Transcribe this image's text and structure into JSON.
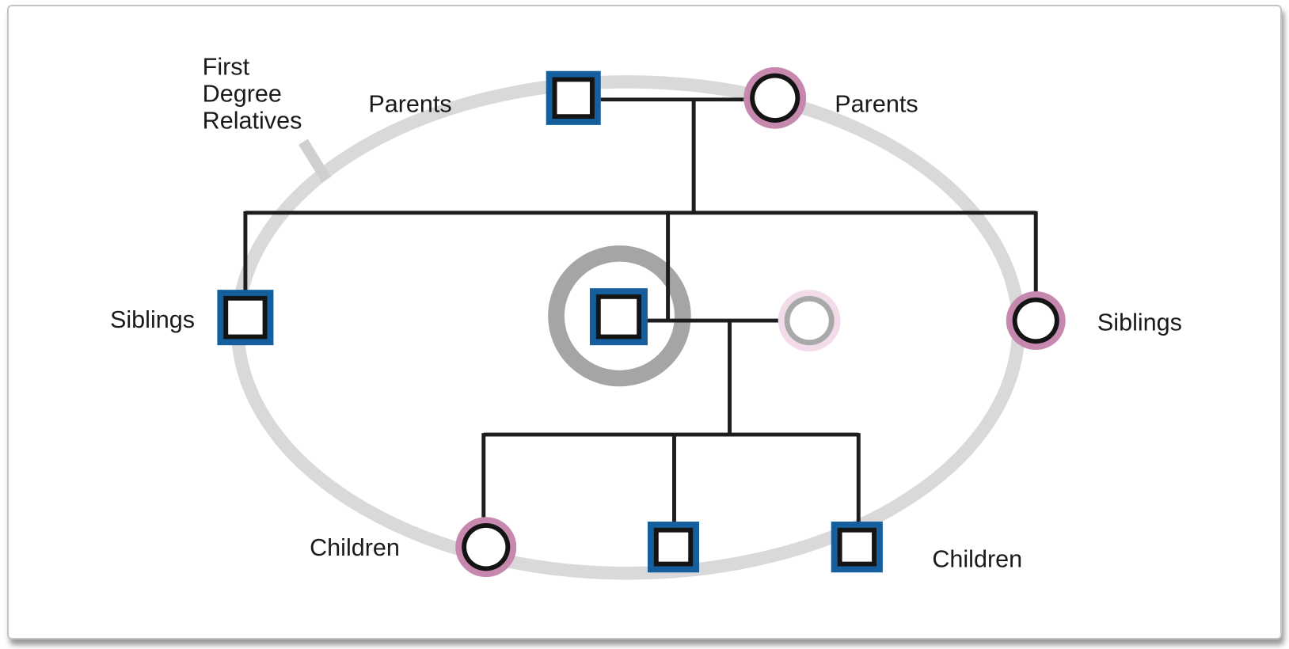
{
  "figure_title": "First Degree Relatives pedigree",
  "annotation": {
    "line1": "First",
    "line2": "Degree",
    "line3": "Relatives"
  },
  "labels": {
    "parents_left": "Parents",
    "parents_right": "Parents",
    "siblings_left": "Siblings",
    "siblings_right": "Siblings",
    "children_left": "Children",
    "children_right": "Children"
  },
  "colors": {
    "male_outline_blue": "#155f9f",
    "female_outline_pink": "#c688ae",
    "shape_inner_black": "#141414",
    "shape_fill_white": "#ffffff",
    "spouse_outline_faded_pink": "#f2dce9",
    "spouse_inner_gray": "#a9a9a9",
    "proband_ring_gray": "#a5a5a5",
    "boundary_ellipse_gray": "#d9d9d9",
    "annotation_tick_gray": "#cfcfcf",
    "connector_black": "#1d1d1f",
    "text_black": "#1a1a1a"
  },
  "diagram_data": {
    "type": "pedigree",
    "annotation": "First Degree Relatives",
    "boundary": "gray ellipse enclosing all first-degree relatives",
    "generations": [
      {
        "label": "Parents",
        "members": [
          {
            "id": "father",
            "shape": "square",
            "sex_style": "male-blue",
            "inside_boundary": true
          },
          {
            "id": "mother",
            "shape": "circle",
            "sex_style": "female-pink",
            "inside_boundary": true
          }
        ]
      },
      {
        "label": "Siblings",
        "members": [
          {
            "id": "brother",
            "shape": "square",
            "sex_style": "male-blue",
            "inside_boundary": true
          },
          {
            "id": "proband",
            "shape": "square",
            "sex_style": "male-blue",
            "highlighted_with_gray_ring": true,
            "inside_boundary": true
          },
          {
            "id": "spouse",
            "shape": "circle",
            "sex_style": "female-faded",
            "faded": true,
            "inside_boundary": true
          },
          {
            "id": "sister",
            "shape": "circle",
            "sex_style": "female-pink",
            "inside_boundary": true
          }
        ]
      },
      {
        "label": "Children",
        "members": [
          {
            "id": "daughter",
            "shape": "circle",
            "sex_style": "female-pink",
            "inside_boundary": true
          },
          {
            "id": "son-1",
            "shape": "square",
            "sex_style": "male-blue",
            "inside_boundary": true
          },
          {
            "id": "son-2",
            "shape": "square",
            "sex_style": "male-blue",
            "inside_boundary": true
          }
        ]
      }
    ],
    "relationships": [
      "father + mother union line with descent to sibling bar",
      "sibling bar connects brother, proband, sister",
      "proband + spouse union line with descent to children bar",
      "children bar connects daughter, son-1, son-2"
    ]
  }
}
